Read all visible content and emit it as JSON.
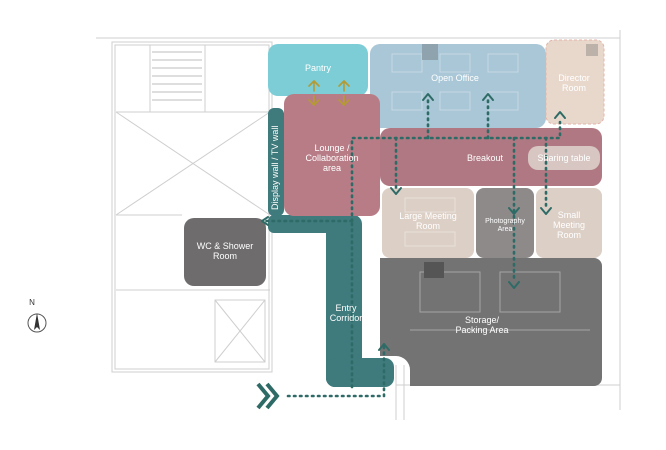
{
  "rooms": {
    "pantry": "Pantry",
    "open_office": "Open Office",
    "director_room": "Director\nRoom",
    "lounge": "Lounge /\nCollaboration\narea",
    "display_wall": "Display wall / TV wall",
    "breakout": "Breakout",
    "sharing_table": "Sharing table",
    "large_meeting": "Large Meeting\nRoom",
    "photography": "Photography\nArea",
    "small_meeting": "Small\nMeeting\nRoom",
    "wc_shower": "WC & Shower\nRoom",
    "entry_corridor": "Entry\nCorridor",
    "storage": "Storage/\nPacking Area"
  },
  "compass": {
    "north": "N"
  },
  "colors": {
    "teal": "#3f7a7c",
    "pantry_cyan": "#7ccdd6",
    "open_office_blue": "#a9c7d6",
    "director_beige": "#e8d8cc",
    "lounge_mauve": "#b87c86",
    "breakout_mauve": "#b07882",
    "meeting_beige": "#dccfc6",
    "photo_grey": "#8e8a8a",
    "storage_grey": "#6b6b6b",
    "wc_grey": "#6e6c6c",
    "arrow_olive": "#b59a33"
  }
}
